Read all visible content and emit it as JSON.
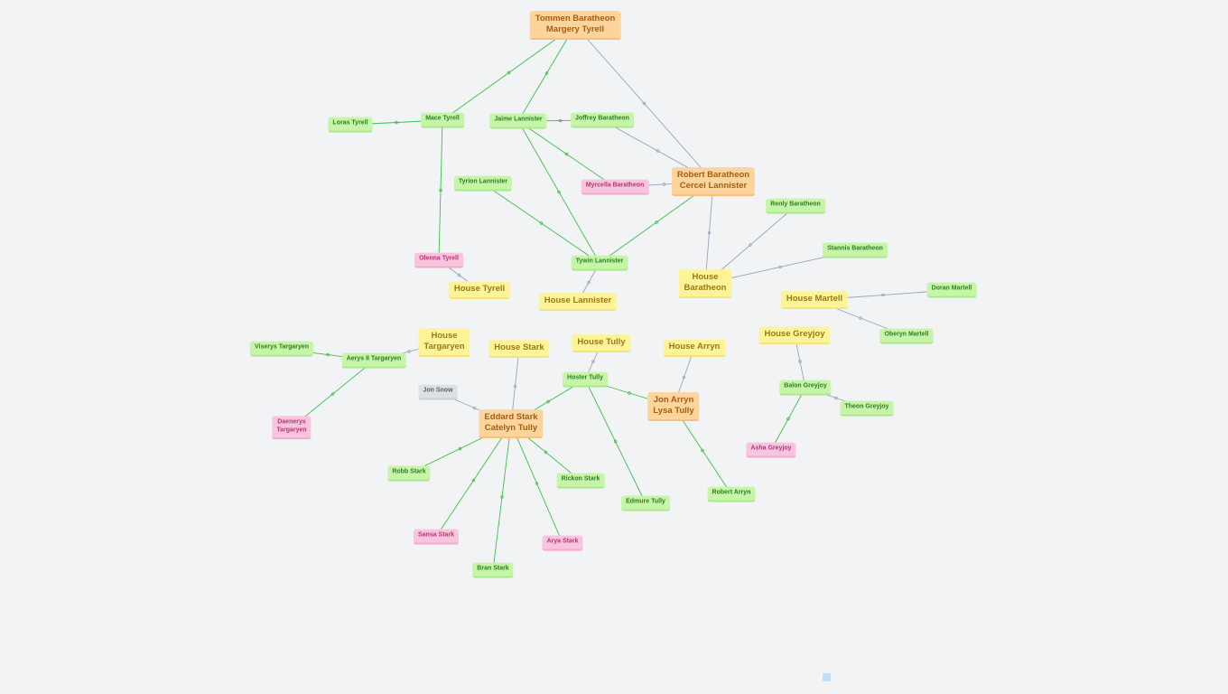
{
  "colors": {
    "background": "#f1f3f5",
    "edge_parent": "#3fbf4a",
    "edge_house": "#9aa5b8"
  },
  "nodes": {
    "tommen_margery": {
      "lines": [
        "Tommen Baratheon",
        "Margery Tyrell"
      ],
      "kind": "couple"
    },
    "robert_cercei": {
      "lines": [
        "Robert Baratheon",
        "Cercei Lannister"
      ],
      "kind": "couple"
    },
    "eddard_catelyn": {
      "lines": [
        "Eddard Stark",
        "Catelyn Tully"
      ],
      "kind": "couple"
    },
    "jon_lysa": {
      "lines": [
        "Jon Arryn",
        "Lysa Tully"
      ],
      "kind": "couple"
    },
    "loras": {
      "lines": [
        "Loras Tyrell"
      ],
      "kind": "male"
    },
    "mace": {
      "lines": [
        "Mace Tyrell"
      ],
      "kind": "male"
    },
    "jaime": {
      "lines": [
        "Jaime Lannister"
      ],
      "kind": "male"
    },
    "joffrey": {
      "lines": [
        "Joffrey Baratheon"
      ],
      "kind": "male"
    },
    "tyrion": {
      "lines": [
        "Tyrion Lannister"
      ],
      "kind": "male"
    },
    "myrcella": {
      "lines": [
        "Myrcella Baratheon"
      ],
      "kind": "female"
    },
    "renly": {
      "lines": [
        "Renly Baratheon"
      ],
      "kind": "male"
    },
    "stannis": {
      "lines": [
        "Stannis Baratheon"
      ],
      "kind": "male"
    },
    "olenna": {
      "lines": [
        "Olenna Tyrell"
      ],
      "kind": "female"
    },
    "tywin": {
      "lines": [
        "Tywin Lannister"
      ],
      "kind": "male"
    },
    "house_tyrell": {
      "lines": [
        "House Tyrell"
      ],
      "kind": "house"
    },
    "house_lannister": {
      "lines": [
        "House Lannister"
      ],
      "kind": "house"
    },
    "house_baratheon": {
      "lines": [
        "House",
        "Baratheon"
      ],
      "kind": "house"
    },
    "house_martell": {
      "lines": [
        "House Martell"
      ],
      "kind": "house"
    },
    "doran": {
      "lines": [
        "Doran Martell"
      ],
      "kind": "male"
    },
    "oberyn": {
      "lines": [
        "Oberyn Martell"
      ],
      "kind": "male"
    },
    "viserys": {
      "lines": [
        "Viserys Targaryen"
      ],
      "kind": "male"
    },
    "aerys": {
      "lines": [
        "Aerys II Targaryen"
      ],
      "kind": "male"
    },
    "house_targaryen": {
      "lines": [
        "House",
        "Targaryen"
      ],
      "kind": "house"
    },
    "daenerys": {
      "lines": [
        "Daenerys",
        "Targaryen"
      ],
      "kind": "female"
    },
    "house_stark": {
      "lines": [
        "House Stark"
      ],
      "kind": "house"
    },
    "house_tully": {
      "lines": [
        "House Tully"
      ],
      "kind": "house"
    },
    "house_arryn": {
      "lines": [
        "House Arryn"
      ],
      "kind": "house"
    },
    "house_greyjoy": {
      "lines": [
        "House Greyjoy"
      ],
      "kind": "house"
    },
    "jon_snow": {
      "lines": [
        "Jon Snow"
      ],
      "kind": "unknown"
    },
    "hoster": {
      "lines": [
        "Hoster Tully"
      ],
      "kind": "male"
    },
    "balon": {
      "lines": [
        "Balon Greyjoy"
      ],
      "kind": "male"
    },
    "theon": {
      "lines": [
        "Theon Greyjoy"
      ],
      "kind": "male"
    },
    "asha": {
      "lines": [
        "Asha Greyjoy"
      ],
      "kind": "female"
    },
    "robb": {
      "lines": [
        "Robb Stark"
      ],
      "kind": "male"
    },
    "rickon": {
      "lines": [
        "Rickon Stark"
      ],
      "kind": "male"
    },
    "edmure": {
      "lines": [
        "Edmure Tully"
      ],
      "kind": "male"
    },
    "robert_arryn": {
      "lines": [
        "Robert Arryn"
      ],
      "kind": "male"
    },
    "sansa": {
      "lines": [
        "Sansa Stark"
      ],
      "kind": "female"
    },
    "arya": {
      "lines": [
        "Arya Stark"
      ],
      "kind": "female"
    },
    "bran": {
      "lines": [
        "Bran Stark"
      ],
      "kind": "male"
    }
  },
  "edges": [
    {
      "from": "tommen_margery",
      "to": "mace",
      "type": "parent"
    },
    {
      "from": "tommen_margery",
      "to": "jaime",
      "type": "parent"
    },
    {
      "from": "tommen_margery",
      "to": "robert_cercei",
      "type": "house"
    },
    {
      "from": "mace",
      "to": "loras",
      "type": "parent"
    },
    {
      "from": "mace",
      "to": "olenna",
      "type": "parent"
    },
    {
      "from": "jaime",
      "to": "joffrey",
      "type": "parent"
    },
    {
      "from": "jaime",
      "to": "myrcella",
      "type": "parent"
    },
    {
      "from": "jaime",
      "to": "tywin",
      "type": "parent"
    },
    {
      "from": "joffrey",
      "to": "robert_cercei",
      "type": "house"
    },
    {
      "from": "robert_cercei",
      "to": "myrcella",
      "type": "house"
    },
    {
      "from": "robert_cercei",
      "to": "tywin",
      "type": "parent"
    },
    {
      "from": "robert_cercei",
      "to": "house_baratheon",
      "type": "house"
    },
    {
      "from": "tyrion",
      "to": "tywin",
      "type": "parent"
    },
    {
      "from": "tywin",
      "to": "house_lannister",
      "type": "house"
    },
    {
      "from": "olenna",
      "to": "house_tyrell",
      "type": "house"
    },
    {
      "from": "renly",
      "to": "house_baratheon",
      "type": "house"
    },
    {
      "from": "stannis",
      "to": "house_baratheon",
      "type": "house"
    },
    {
      "from": "house_martell",
      "to": "doran",
      "type": "house"
    },
    {
      "from": "house_martell",
      "to": "oberyn",
      "type": "house"
    },
    {
      "from": "viserys",
      "to": "aerys",
      "type": "parent"
    },
    {
      "from": "aerys",
      "to": "house_targaryen",
      "type": "house"
    },
    {
      "from": "aerys",
      "to": "daenerys",
      "type": "parent"
    },
    {
      "from": "house_stark",
      "to": "eddard_catelyn",
      "type": "house"
    },
    {
      "from": "jon_snow",
      "to": "eddard_catelyn",
      "type": "house"
    },
    {
      "from": "house_tully",
      "to": "hoster",
      "type": "house"
    },
    {
      "from": "hoster",
      "to": "eddard_catelyn",
      "type": "parent"
    },
    {
      "from": "hoster",
      "to": "jon_lysa",
      "type": "parent"
    },
    {
      "from": "hoster",
      "to": "edmure",
      "type": "parent"
    },
    {
      "from": "house_arryn",
      "to": "jon_lysa",
      "type": "house"
    },
    {
      "from": "jon_lysa",
      "to": "robert_arryn",
      "type": "parent"
    },
    {
      "from": "house_greyjoy",
      "to": "balon",
      "type": "house"
    },
    {
      "from": "balon",
      "to": "theon",
      "type": "house"
    },
    {
      "from": "balon",
      "to": "asha",
      "type": "parent"
    },
    {
      "from": "eddard_catelyn",
      "to": "robb",
      "type": "parent"
    },
    {
      "from": "eddard_catelyn",
      "to": "rickon",
      "type": "parent"
    },
    {
      "from": "eddard_catelyn",
      "to": "sansa",
      "type": "parent"
    },
    {
      "from": "eddard_catelyn",
      "to": "arya",
      "type": "parent"
    },
    {
      "from": "eddard_catelyn",
      "to": "bran",
      "type": "parent"
    }
  ]
}
